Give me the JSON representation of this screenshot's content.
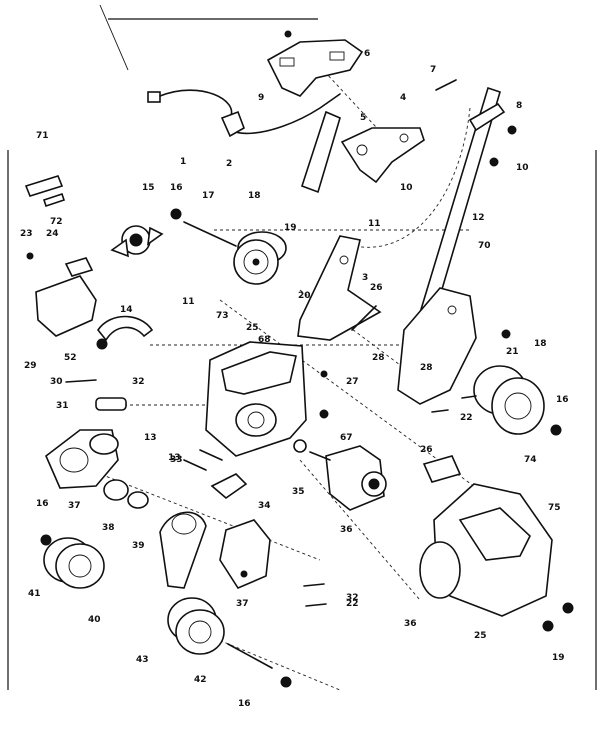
{
  "callouts": [
    {
      "id": "c1",
      "text": "1"
    },
    {
      "id": "c2",
      "text": "2"
    },
    {
      "id": "c3",
      "text": "3"
    },
    {
      "id": "c4",
      "text": "4"
    },
    {
      "id": "c5",
      "text": "5"
    },
    {
      "id": "c6",
      "text": "6"
    },
    {
      "id": "c7",
      "text": "7"
    },
    {
      "id": "c8",
      "text": "8"
    },
    {
      "id": "c9",
      "text": "9"
    },
    {
      "id": "c10a",
      "text": "10"
    },
    {
      "id": "c10b",
      "text": "10"
    },
    {
      "id": "c11a",
      "text": "11"
    },
    {
      "id": "c11b",
      "text": "11"
    },
    {
      "id": "c12",
      "text": "12"
    },
    {
      "id": "c13a",
      "text": "13"
    },
    {
      "id": "c13b",
      "text": "13"
    },
    {
      "id": "c14",
      "text": "14"
    },
    {
      "id": "c15",
      "text": "15"
    },
    {
      "id": "c16a",
      "text": "16"
    },
    {
      "id": "c16b",
      "text": "16"
    },
    {
      "id": "c16c",
      "text": "16"
    },
    {
      "id": "c16d",
      "text": "16"
    },
    {
      "id": "c17",
      "text": "17"
    },
    {
      "id": "c18a",
      "text": "18"
    },
    {
      "id": "c18b",
      "text": "18"
    },
    {
      "id": "c19a",
      "text": "19"
    },
    {
      "id": "c19b",
      "text": "19"
    },
    {
      "id": "c20",
      "text": "20"
    },
    {
      "id": "c21",
      "text": "21"
    },
    {
      "id": "c22a",
      "text": "22"
    },
    {
      "id": "c22b",
      "text": "22"
    },
    {
      "id": "c23",
      "text": "23"
    },
    {
      "id": "c24",
      "text": "24"
    },
    {
      "id": "c25a",
      "text": "25"
    },
    {
      "id": "c25b",
      "text": "25"
    },
    {
      "id": "c26a",
      "text": "26"
    },
    {
      "id": "c26b",
      "text": "26"
    },
    {
      "id": "c27",
      "text": "27"
    },
    {
      "id": "c28a",
      "text": "28"
    },
    {
      "id": "c28b",
      "text": "28"
    },
    {
      "id": "c29",
      "text": "29"
    },
    {
      "id": "c30",
      "text": "30"
    },
    {
      "id": "c31",
      "text": "31"
    },
    {
      "id": "c32a",
      "text": "32"
    },
    {
      "id": "c32b",
      "text": "32"
    },
    {
      "id": "c33",
      "text": "33"
    },
    {
      "id": "c34",
      "text": "34"
    },
    {
      "id": "c35",
      "text": "35"
    },
    {
      "id": "c36a",
      "text": "36"
    },
    {
      "id": "c36b",
      "text": "36"
    },
    {
      "id": "c37a",
      "text": "37"
    },
    {
      "id": "c37b",
      "text": "37"
    },
    {
      "id": "c38",
      "text": "38"
    },
    {
      "id": "c39",
      "text": "39"
    },
    {
      "id": "c40",
      "text": "40"
    },
    {
      "id": "c41",
      "text": "41"
    },
    {
      "id": "c42",
      "text": "42"
    },
    {
      "id": "c43",
      "text": "43"
    },
    {
      "id": "c52",
      "text": "52"
    },
    {
      "id": "c67",
      "text": "67"
    },
    {
      "id": "c68",
      "text": "68"
    },
    {
      "id": "c70",
      "text": "70"
    },
    {
      "id": "c71",
      "text": "71"
    },
    {
      "id": "c72",
      "text": "72"
    },
    {
      "id": "c73",
      "text": "73"
    },
    {
      "id": "c74",
      "text": "74"
    },
    {
      "id": "c75",
      "text": "75"
    }
  ]
}
